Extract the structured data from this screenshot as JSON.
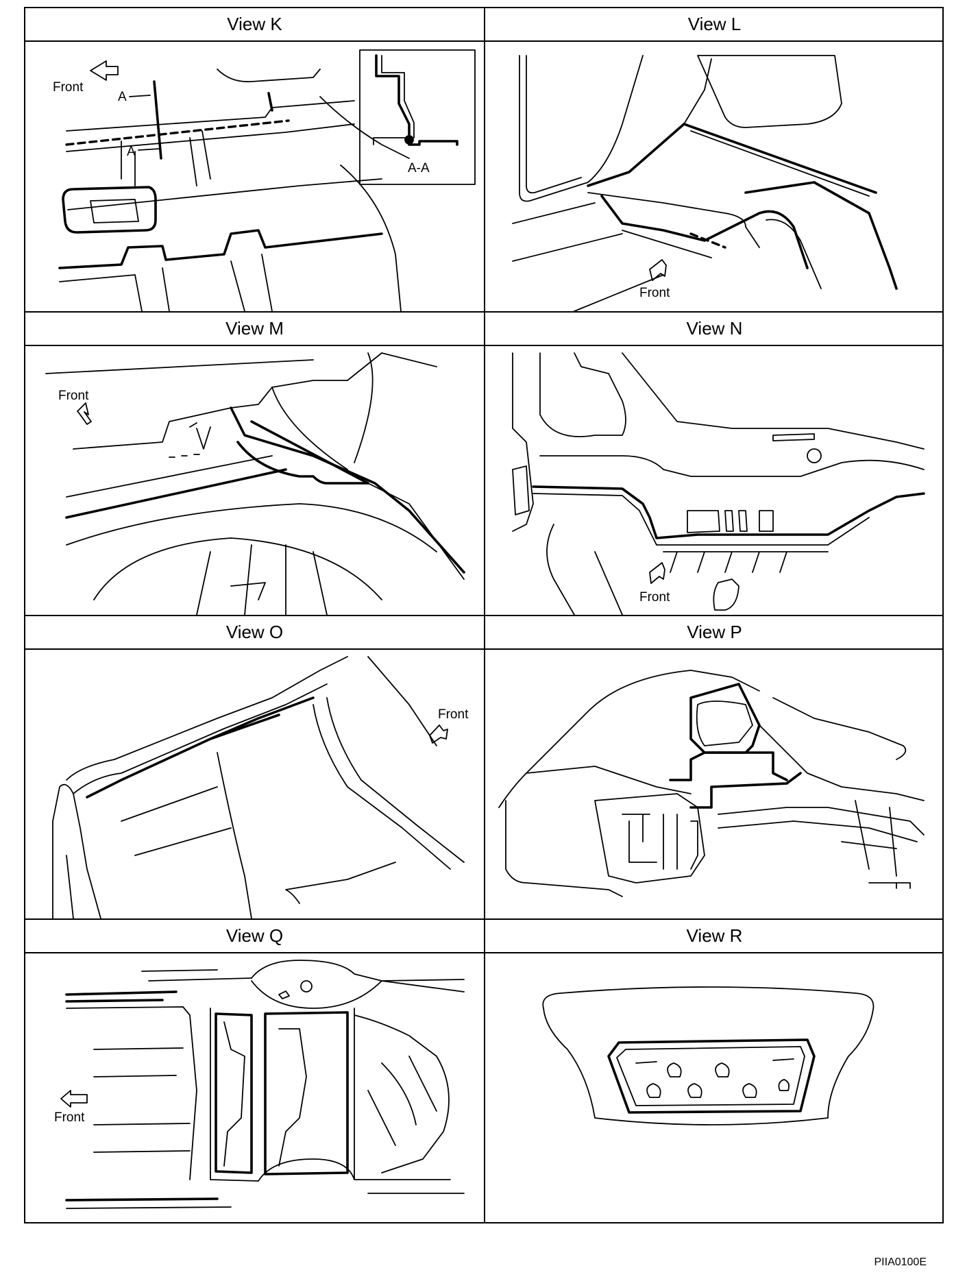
{
  "views": {
    "k": {
      "title": "View K",
      "front": "Front",
      "sec_a1": "A",
      "sec_a2": "A",
      "inset": "A-A"
    },
    "l": {
      "title": "View L",
      "front": "Front"
    },
    "m": {
      "title": "View M",
      "front": "Front"
    },
    "n": {
      "title": "View N",
      "front": "Front"
    },
    "o": {
      "title": "View O",
      "front": "Front"
    },
    "p": {
      "title": "View P"
    },
    "q": {
      "title": "View Q",
      "front": "Front"
    },
    "r": {
      "title": "View R"
    }
  },
  "figure_id": "PIIA0100E",
  "arrow_icon": "front-arrow-icon"
}
